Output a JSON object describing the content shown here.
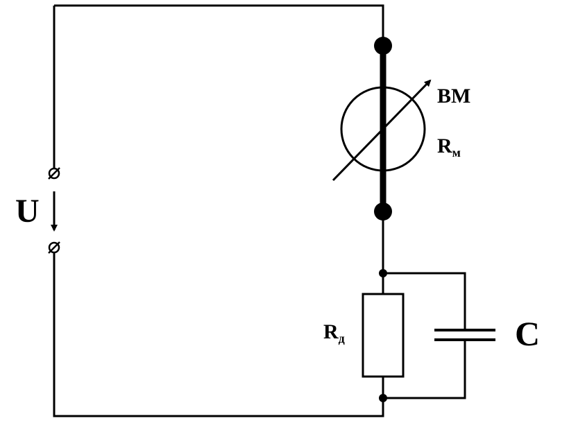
{
  "diagram": {
    "supply": {
      "label": "U"
    },
    "meter": {
      "name": "ВМ",
      "resistance_symbol": "R",
      "resistance_subscript": "м"
    },
    "resistor": {
      "symbol": "R",
      "subscript": "д"
    },
    "capacitor": {
      "label": "C"
    }
  }
}
